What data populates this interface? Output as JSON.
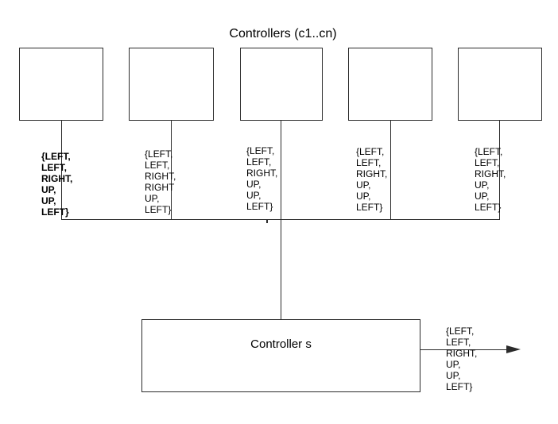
{
  "title": "Controllers (c1..cn)",
  "colors": {
    "stroke": "#2b2b2b",
    "text": "#000000",
    "background": "#ffffff"
  },
  "controller_sequences": [
    {
      "text": "{LEFT,\nLEFT,\nRIGHT,\nUP,\nUP,\nLEFT}",
      "bold": true
    },
    {
      "text": "{LEFT,\nLEFT,\nRIGHT,\nRIGHT\nUP,\nLEFT}",
      "bold": false
    },
    {
      "text": "{LEFT,\nLEFT,\nRIGHT,\nUP,\nUP,\nLEFT}",
      "bold": false
    },
    {
      "text": "{LEFT,\nLEFT,\nRIGHT,\nUP,\nUP,\nLEFT}",
      "bold": false
    },
    {
      "text": "{LEFT,\nLEFT,\nRIGHT,\nUP,\nUP,\nLEFT}",
      "bold": false
    }
  ],
  "main_controller": {
    "label": "Controller s"
  },
  "output_sequence": {
    "text": "{LEFT,\nLEFT,\nRIGHT,\nUP,\nUP,\nLEFT}"
  }
}
